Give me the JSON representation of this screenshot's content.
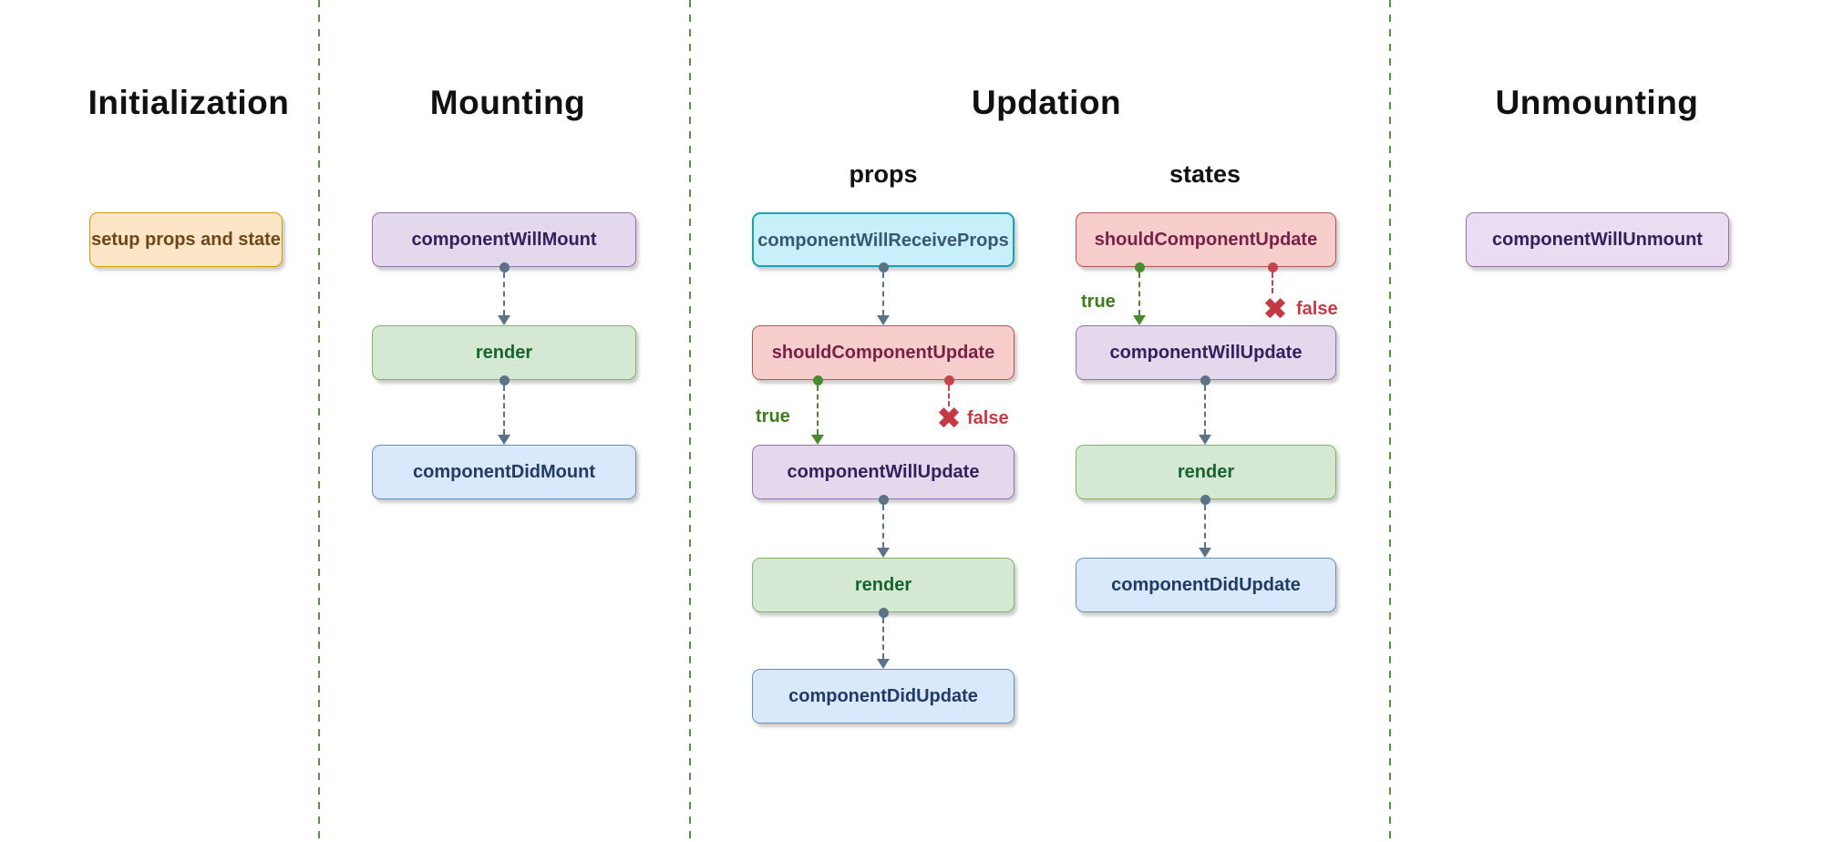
{
  "phases": {
    "initialization": {
      "title": "Initialization",
      "nodes": {
        "setup": "setup props and state"
      }
    },
    "mounting": {
      "title": "Mounting",
      "nodes": {
        "will_mount": "componentWillMount",
        "render": "render",
        "did_mount": "componentDidMount"
      }
    },
    "updation": {
      "title": "Updation",
      "props_column": {
        "label": "props",
        "nodes": {
          "will_receive_props": "componentWillReceiveProps",
          "should_update": "shouldComponentUpdate",
          "will_update": "componentWillUpdate",
          "render": "render",
          "did_update": "componentDidUpdate"
        }
      },
      "states_column": {
        "label": "states",
        "nodes": {
          "should_update": "shouldComponentUpdate",
          "will_update": "componentWillUpdate",
          "render": "render",
          "did_update": "componentDidUpdate"
        }
      }
    },
    "unmounting": {
      "title": "Unmounting",
      "nodes": {
        "will_unmount": "componentWillUnmount"
      }
    }
  },
  "branch_labels": {
    "true": "true",
    "false": "false"
  },
  "icons": {
    "false_x": "✖",
    "flow_dot": "flow-dot-icon",
    "arrowhead": "arrowhead-icon"
  },
  "colors": {
    "separator_green": "#579346",
    "connector_gray": "#5C7287",
    "branch_true_green": "#3E7C1C",
    "branch_false_red": "#C63944",
    "node_orange_fill": "#FDE5C7",
    "node_orange_border": "#D79B00",
    "node_purple_fill": "#E4D8EC",
    "node_purple_border": "#9673A6",
    "node_green_fill": "#D5E8D4",
    "node_green_border": "#82B366",
    "node_blue_fill": "#DAE8FC",
    "node_blue_border": "#6C8EBF",
    "node_red_fill": "#F8CECC",
    "node_red_border": "#B85450",
    "node_cyan_fill": "#C7F0FA",
    "node_cyan_border": "#17A2B8"
  }
}
